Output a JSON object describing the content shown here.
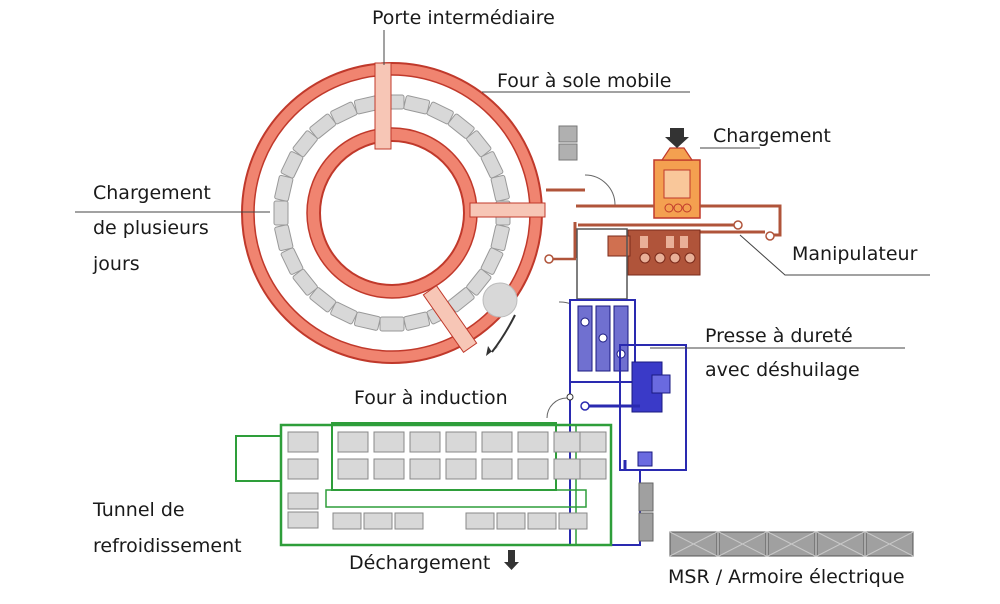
{
  "labels": {
    "porte": "Porte intermédiaire",
    "four_sole": "Four à sole mobile",
    "chargement": "Chargement",
    "plusieurs_1": "Chargement",
    "plusieurs_2": "de plusieurs",
    "plusieurs_3": "jours",
    "manipulateur": "Manipulateur",
    "presse_1": "Presse à dureté",
    "presse_2": "avec déshuilage",
    "four_induction": "Four à induction",
    "tunnel_1": "Tunnel de",
    "tunnel_2": "refroidissement",
    "dechargement": "Déchargement",
    "msr": "MSR / Armoire électrique"
  },
  "colors": {
    "furnace_red": "#f08470",
    "furnace_stroke": "#c0392b",
    "tray_gray": "#d8d8d8",
    "loader_orange": "#f4a050",
    "manip_brown": "#b0543a",
    "press_blue": "#2a2ab0",
    "tunnel_green": "#2e9e3a",
    "cabinet_gray": "#a0a0a0"
  }
}
